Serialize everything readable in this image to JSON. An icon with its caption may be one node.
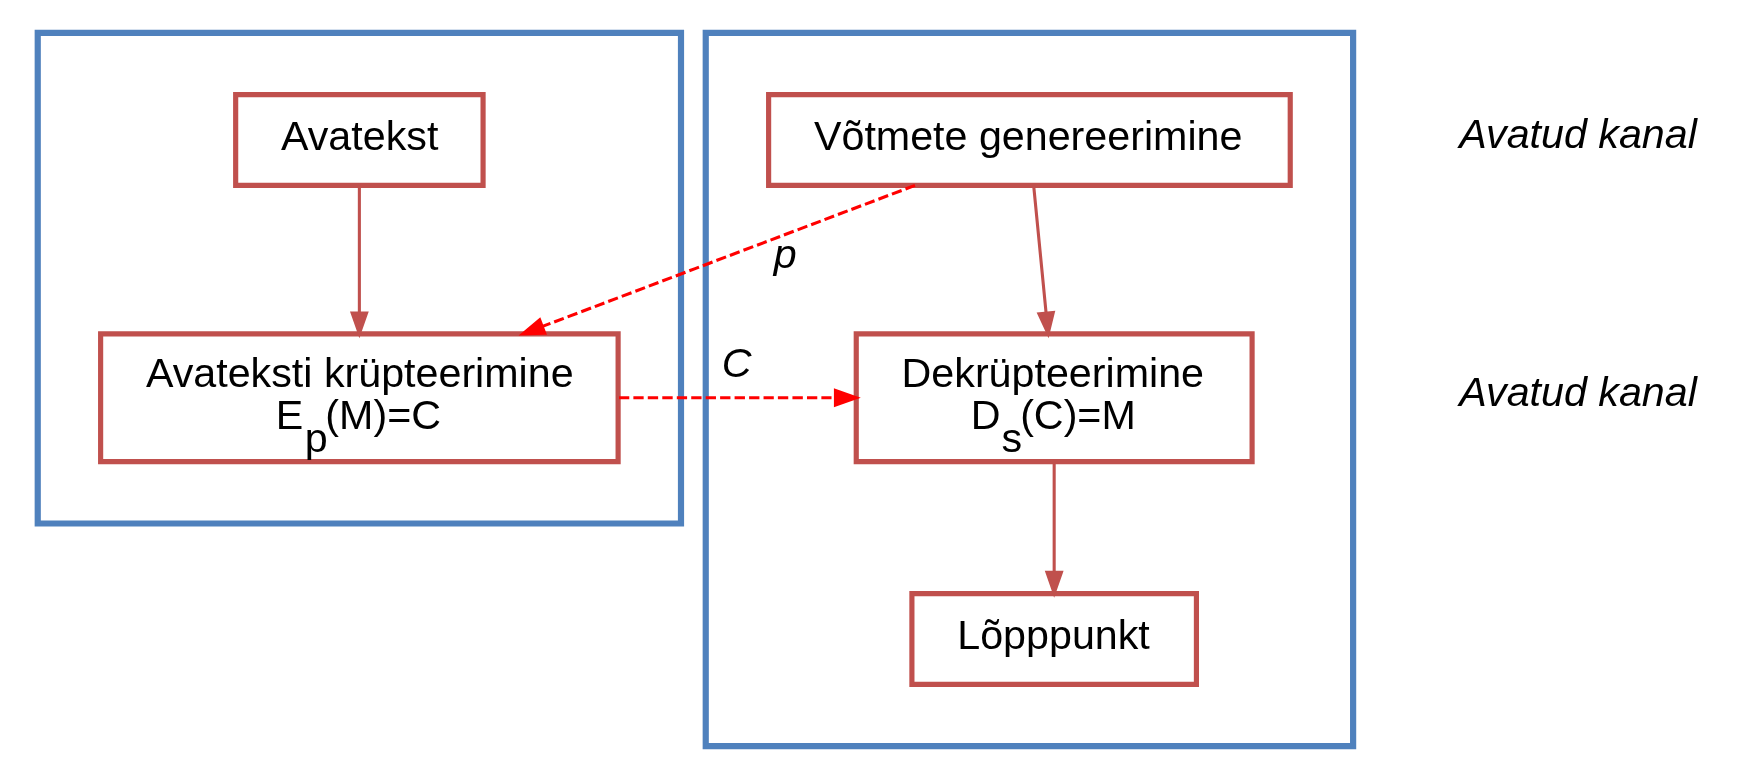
{
  "diagram": {
    "nodes": [
      {
        "text": [],
        "shape": "box"
      },
      {
        "text": [
          "Avateksti krüpteerimine",
          "E$_{p}$(M)=C"
        ],
        "in": 0
      },
      {
        "text": [
          "Avatekst"
        ],
        "in": 0
      },
      {
        "text": [],
        "shape": "box"
      },
      {
        "text": [
          "Võtmete genereerimine"
        ],
        "in": 3
      },
      {
        "text": [
          "Dekrüpteerimine",
          "D$_{s}$(C)=M"
        ],
        "in": 3
      },
      {
        "text": [
          "Lõpppunkt"
        ],
        "in": 3
      }
    ],
    "edges": [
      {
        "from": 4,
        "to": 1,
        "arrow": "to",
        "label": "p",
        "style": "dashed",
        "color": "#ff0000"
      },
      {
        "from": 2,
        "to": 1,
        "arrow": "to"
      },
      {
        "from": 1,
        "to": 5,
        "arrow": "to",
        "label": "C",
        "style": "dashed",
        "color": "#ff0000"
      },
      {
        "from": 4,
        "to": 5,
        "arrow": "to"
      },
      {
        "from": 5,
        "to": 6,
        "arrow": "to"
      }
    ],
    "labels": [
      "Avatud kanal",
      "Avatud kanal"
    ]
  }
}
